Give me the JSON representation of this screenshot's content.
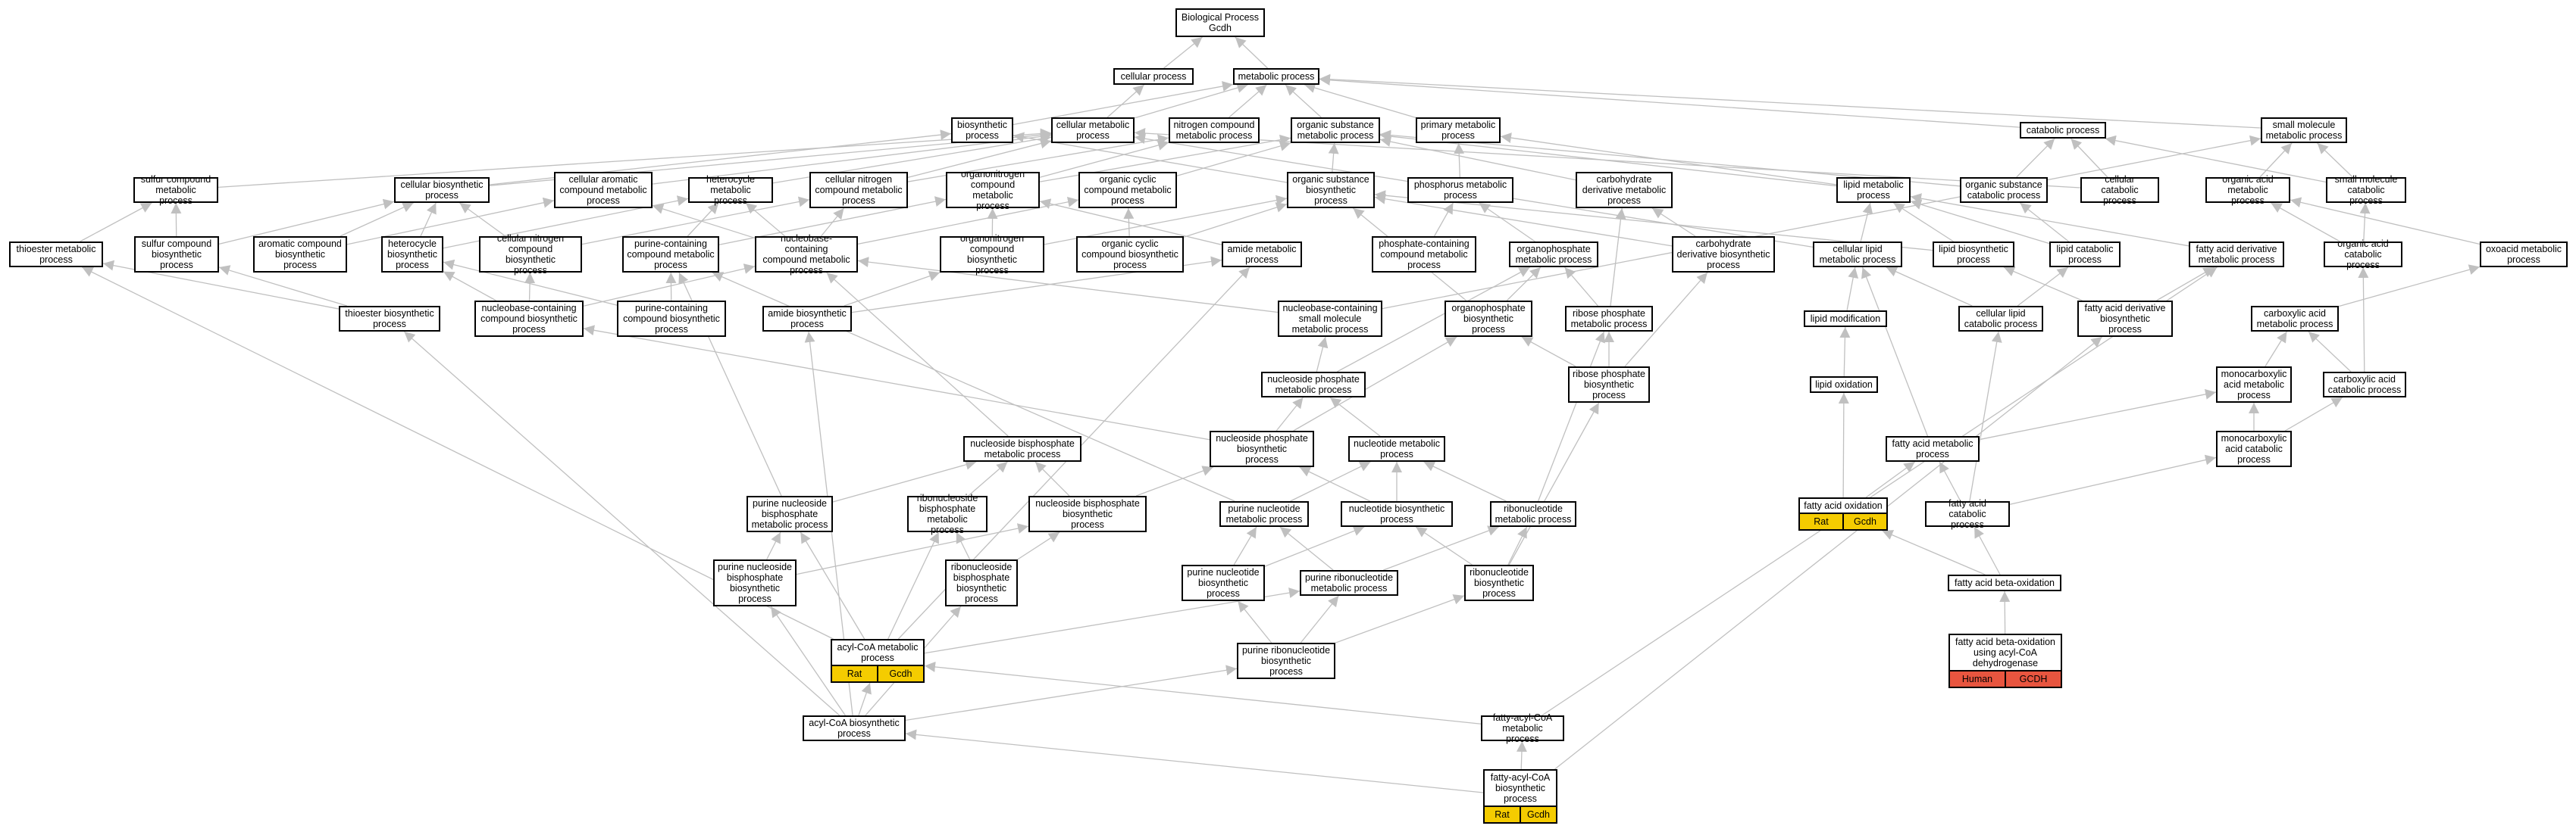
{
  "colors": {
    "edge": "#c0c0c0",
    "rat": "#f5cc00",
    "human": "#e8553f"
  },
  "nodes": [
    {
      "id": "bp",
      "label": "Biological Process\nGcdh"
    },
    {
      "id": "cp",
      "label": "cellular process"
    },
    {
      "id": "mp",
      "label": "metabolic process"
    },
    {
      "id": "bsp",
      "label": "biosynthetic\nprocess"
    },
    {
      "id": "cmp",
      "label": "cellular metabolic\nprocess"
    },
    {
      "id": "ncmp",
      "label": "nitrogen compound\nmetabolic process"
    },
    {
      "id": "osmp",
      "label": "organic substance\nmetabolic process"
    },
    {
      "id": "pmp",
      "label": "primary metabolic\nprocess"
    },
    {
      "id": "catp",
      "label": "catabolic process"
    },
    {
      "id": "smmp",
      "label": "small molecule\nmetabolic process"
    },
    {
      "id": "scmp",
      "label": "sulfur compound\nmetabolic process"
    },
    {
      "id": "cbp",
      "label": "cellular biosynthetic\nprocess"
    },
    {
      "id": "cacmp",
      "label": "cellular aromatic\ncompound metabolic\nprocess"
    },
    {
      "id": "hmp",
      "label": "heterocycle\nmetabolic process"
    },
    {
      "id": "cncmp",
      "label": "cellular nitrogen\ncompound metabolic\nprocess"
    },
    {
      "id": "oncmp",
      "label": "organonitrogen\ncompound metabolic\nprocess"
    },
    {
      "id": "occmp",
      "label": "organic cyclic\ncompound metabolic\nprocess"
    },
    {
      "id": "osbp",
      "label": "organic substance\nbiosynthetic\nprocess"
    },
    {
      "id": "phmp",
      "label": "phosphorus metabolic\nprocess"
    },
    {
      "id": "chdmp",
      "label": "carbohydrate\nderivative metabolic\nprocess"
    },
    {
      "id": "lmp",
      "label": "lipid metabolic\nprocess"
    },
    {
      "id": "oscp",
      "label": "organic substance\ncatabolic process"
    },
    {
      "id": "ccp",
      "label": "cellular catabolic\nprocess"
    },
    {
      "id": "oamp",
      "label": "organic acid\nmetabolic process"
    },
    {
      "id": "smcp",
      "label": "small molecule\ncatabolic process"
    },
    {
      "id": "tmp",
      "label": "thioester metabolic\nprocess"
    },
    {
      "id": "scbp",
      "label": "sulfur compound\nbiosynthetic\nprocess"
    },
    {
      "id": "acbp",
      "label": "aromatic compound\nbiosynthetic\nprocess"
    },
    {
      "id": "hbp",
      "label": "heterocycle\nbiosynthetic\nprocess"
    },
    {
      "id": "cncbp",
      "label": "cellular nitrogen\ncompound biosynthetic\nprocess"
    },
    {
      "id": "pcmp",
      "label": "purine-containing\ncompound metabolic\nprocess"
    },
    {
      "id": "nbcmp",
      "label": "nucleobase-containing\ncompound metabolic\nprocess"
    },
    {
      "id": "oncbp",
      "label": "organonitrogen\ncompound biosynthetic\nprocess"
    },
    {
      "id": "occbp",
      "label": "organic cyclic\ncompound biosynthetic\nprocess"
    },
    {
      "id": "amp",
      "label": "amide metabolic\nprocess"
    },
    {
      "id": "pccmp",
      "label": "phosphate-containing\ncompound metabolic\nprocess"
    },
    {
      "id": "opmp",
      "label": "organophosphate\nmetabolic process"
    },
    {
      "id": "chdbp",
      "label": "carbohydrate\nderivative biosynthetic\nprocess"
    },
    {
      "id": "clmp",
      "label": "cellular lipid\nmetabolic process"
    },
    {
      "id": "lbp",
      "label": "lipid biosynthetic\nprocess"
    },
    {
      "id": "lcp",
      "label": "lipid catabolic\nprocess"
    },
    {
      "id": "fadmp",
      "label": "fatty acid derivative\nmetabolic process"
    },
    {
      "id": "oacp",
      "label": "organic acid\ncatabolic process"
    },
    {
      "id": "ooamp",
      "label": "oxoacid metabolic\nprocess"
    },
    {
      "id": "tbp",
      "label": "thioester biosynthetic\nprocess"
    },
    {
      "id": "nbcbp",
      "label": "nucleobase-containing\ncompound biosynthetic\nprocess"
    },
    {
      "id": "pcbp",
      "label": "purine-containing\ncompound biosynthetic\nprocess"
    },
    {
      "id": "abp",
      "label": "amide biosynthetic\nprocess"
    },
    {
      "id": "nbsmmp",
      "label": "nucleobase-containing\nsmall molecule\nmetabolic process"
    },
    {
      "id": "opbp",
      "label": "organophosphate\nbiosynthetic\nprocess"
    },
    {
      "id": "rpmp",
      "label": "ribose phosphate\nmetabolic process"
    },
    {
      "id": "lmod",
      "label": "lipid modification"
    },
    {
      "id": "clcp",
      "label": "cellular lipid\ncatabolic process"
    },
    {
      "id": "fadbp",
      "label": "fatty acid derivative\nbiosynthetic\nprocess"
    },
    {
      "id": "cxamp",
      "label": "carboxylic acid\nmetabolic process"
    },
    {
      "id": "nspmp",
      "label": "nucleoside phosphate\nmetabolic process"
    },
    {
      "id": "rpbp",
      "label": "ribose phosphate\nbiosynthetic\nprocess"
    },
    {
      "id": "lox",
      "label": "lipid oxidation"
    },
    {
      "id": "mcamp",
      "label": "monocarboxylic\nacid metabolic\nprocess"
    },
    {
      "id": "cxacp",
      "label": "carboxylic acid\ncatabolic process"
    },
    {
      "id": "nbpmp",
      "label": "nucleoside bisphosphate\nmetabolic process"
    },
    {
      "id": "nspbp",
      "label": "nucleoside phosphate\nbiosynthetic\nprocess"
    },
    {
      "id": "ntmp",
      "label": "nucleotide metabolic\nprocess"
    },
    {
      "id": "famp",
      "label": "fatty acid metabolic\nprocess"
    },
    {
      "id": "mcacp",
      "label": "monocarboxylic\nacid catabolic\nprocess"
    },
    {
      "id": "pnbpmp",
      "label": "purine nucleoside\nbisphosphate\nmetabolic process"
    },
    {
      "id": "rnbpmp",
      "label": "ribonucleoside\nbisphosphate\nmetabolic process"
    },
    {
      "id": "nbpbp",
      "label": "nucleoside bisphosphate\nbiosynthetic\nprocess"
    },
    {
      "id": "pnmp",
      "label": "purine nucleotide\nmetabolic process"
    },
    {
      "id": "ntbp",
      "label": "nucleotide biosynthetic\nprocess"
    },
    {
      "id": "rnmp",
      "label": "ribonucleotide\nmetabolic process"
    },
    {
      "id": "fao",
      "label": "fatty acid oxidation",
      "tags": [
        {
          "text": "Rat",
          "kind": "rat"
        },
        {
          "text": "Gcdh",
          "kind": "rat"
        }
      ]
    },
    {
      "id": "facp",
      "label": "fatty acid catabolic\nprocess"
    },
    {
      "id": "pnbpbp",
      "label": "purine nucleoside\nbisphosphate\nbiosynthetic\nprocess"
    },
    {
      "id": "rnbpbp",
      "label": "ribonucleoside\nbisphosphate\nbiosynthetic\nprocess"
    },
    {
      "id": "pnbp",
      "label": "purine nucleotide\nbiosynthetic\nprocess"
    },
    {
      "id": "prnmp",
      "label": "purine ribonucleotide\nmetabolic process"
    },
    {
      "id": "rnbp",
      "label": "ribonucleotide\nbiosynthetic\nprocess"
    },
    {
      "id": "fabo",
      "label": "fatty acid beta-oxidation"
    },
    {
      "id": "acoamp",
      "label": "acyl-CoA metabolic\nprocess",
      "tags": [
        {
          "text": "Rat",
          "kind": "rat"
        },
        {
          "text": "Gcdh",
          "kind": "rat"
        }
      ]
    },
    {
      "id": "prnbp",
      "label": "purine ribonucleotide\nbiosynthetic\nprocess"
    },
    {
      "id": "faboacd",
      "label": "fatty acid beta-oxidation\nusing acyl-CoA\ndehydrogenase",
      "tags": [
        {
          "text": "Human",
          "kind": "human"
        },
        {
          "text": "GCDH",
          "kind": "human"
        }
      ]
    },
    {
      "id": "acoabp",
      "label": "acyl-CoA biosynthetic\nprocess"
    },
    {
      "id": "facoamp",
      "label": "fatty-acyl-CoA\nmetabolic process"
    },
    {
      "id": "facoabp",
      "label": "fatty-acyl-CoA\nbiosynthetic\nprocess",
      "tags": [
        {
          "text": "Rat",
          "kind": "rat"
        },
        {
          "text": "Gcdh",
          "kind": "rat"
        }
      ]
    }
  ],
  "edges": [
    [
      "cp",
      "bp"
    ],
    [
      "mp",
      "bp"
    ],
    [
      "bsp",
      "mp"
    ],
    [
      "cmp",
      "cp"
    ],
    [
      "cmp",
      "mp"
    ],
    [
      "ncmp",
      "mp"
    ],
    [
      "osmp",
      "mp"
    ],
    [
      "pmp",
      "mp"
    ],
    [
      "catp",
      "mp"
    ],
    [
      "smmp",
      "mp"
    ],
    [
      "scmp",
      "cmp"
    ],
    [
      "cbp",
      "bsp"
    ],
    [
      "cbp",
      "cmp"
    ],
    [
      "cacmp",
      "cmp"
    ],
    [
      "hmp",
      "cmp"
    ],
    [
      "cncmp",
      "cmp"
    ],
    [
      "cncmp",
      "ncmp"
    ],
    [
      "oncmp",
      "ncmp"
    ],
    [
      "oncmp",
      "osmp"
    ],
    [
      "occmp",
      "osmp"
    ],
    [
      "osbp",
      "osmp"
    ],
    [
      "osbp",
      "bsp"
    ],
    [
      "phmp",
      "pmp"
    ],
    [
      "chdmp",
      "osmp"
    ],
    [
      "lmp",
      "pmp"
    ],
    [
      "lmp",
      "osmp"
    ],
    [
      "oscp",
      "osmp"
    ],
    [
      "oscp",
      "catp"
    ],
    [
      "ccp",
      "catp"
    ],
    [
      "ccp",
      "cmp"
    ],
    [
      "oamp",
      "smmp"
    ],
    [
      "smcp",
      "smmp"
    ],
    [
      "smcp",
      "catp"
    ],
    [
      "tmp",
      "scmp"
    ],
    [
      "scbp",
      "scmp"
    ],
    [
      "scbp",
      "cbp"
    ],
    [
      "acbp",
      "cacmp"
    ],
    [
      "acbp",
      "cbp"
    ],
    [
      "hbp",
      "hmp"
    ],
    [
      "hbp",
      "cbp"
    ],
    [
      "cncbp",
      "cncmp"
    ],
    [
      "cncbp",
      "cbp"
    ],
    [
      "pcmp",
      "hmp"
    ],
    [
      "pcmp",
      "oncmp"
    ],
    [
      "nbcmp",
      "cacmp"
    ],
    [
      "nbcmp",
      "hmp"
    ],
    [
      "nbcmp",
      "cncmp"
    ],
    [
      "nbcmp",
      "occmp"
    ],
    [
      "oncbp",
      "oncmp"
    ],
    [
      "oncbp",
      "osbp"
    ],
    [
      "occbp",
      "occmp"
    ],
    [
      "occbp",
      "osbp"
    ],
    [
      "amp",
      "oncmp"
    ],
    [
      "pccmp",
      "phmp"
    ],
    [
      "opmp",
      "phmp"
    ],
    [
      "chdbp",
      "chdmp"
    ],
    [
      "chdbp",
      "osbp"
    ],
    [
      "clmp",
      "lmp"
    ],
    [
      "clmp",
      "cmp"
    ],
    [
      "lbp",
      "lmp"
    ],
    [
      "lbp",
      "osbp"
    ],
    [
      "lcp",
      "lmp"
    ],
    [
      "lcp",
      "oscp"
    ],
    [
      "fadmp",
      "lmp"
    ],
    [
      "oacp",
      "oamp"
    ],
    [
      "oacp",
      "smcp"
    ],
    [
      "ooamp",
      "oamp"
    ],
    [
      "tbp",
      "tmp"
    ],
    [
      "tbp",
      "scbp"
    ],
    [
      "nbcbp",
      "nbcmp"
    ],
    [
      "nbcbp",
      "cncbp"
    ],
    [
      "nbcbp",
      "hbp"
    ],
    [
      "pcbp",
      "pcmp"
    ],
    [
      "pcbp",
      "hbp"
    ],
    [
      "abp",
      "amp"
    ],
    [
      "abp",
      "oncbp"
    ],
    [
      "nbsmmp",
      "nbcmp"
    ],
    [
      "nbsmmp",
      "smmp"
    ],
    [
      "opbp",
      "opmp"
    ],
    [
      "opbp",
      "osbp"
    ],
    [
      "rpmp",
      "opmp"
    ],
    [
      "rpmp",
      "chdmp"
    ],
    [
      "lmod",
      "clmp"
    ],
    [
      "clcp",
      "clmp"
    ],
    [
      "clcp",
      "lcp"
    ],
    [
      "fadbp",
      "fadmp"
    ],
    [
      "fadbp",
      "lbp"
    ],
    [
      "cxamp",
      "ooamp"
    ],
    [
      "nspmp",
      "nbsmmp"
    ],
    [
      "nspmp",
      "opmp"
    ],
    [
      "rpbp",
      "rpmp"
    ],
    [
      "rpbp",
      "chdbp"
    ],
    [
      "rpbp",
      "opbp"
    ],
    [
      "lox",
      "lmod"
    ],
    [
      "mcamp",
      "cxamp"
    ],
    [
      "cxacp",
      "cxamp"
    ],
    [
      "cxacp",
      "oacp"
    ],
    [
      "nbpmp",
      "nbcmp"
    ],
    [
      "nspbp",
      "nspmp"
    ],
    [
      "nspbp",
      "nbcbp"
    ],
    [
      "nspbp",
      "opbp"
    ],
    [
      "ntmp",
      "nspmp"
    ],
    [
      "famp",
      "mcamp"
    ],
    [
      "famp",
      "clmp"
    ],
    [
      "mcacp",
      "mcamp"
    ],
    [
      "mcacp",
      "cxacp"
    ],
    [
      "pnbpmp",
      "nbpmp"
    ],
    [
      "pnbpmp",
      "pcmp"
    ],
    [
      "rnbpmp",
      "nbpmp"
    ],
    [
      "nbpbp",
      "nbpmp"
    ],
    [
      "nbpbp",
      "nspbp"
    ],
    [
      "pnmp",
      "ntmp"
    ],
    [
      "pnmp",
      "pcmp"
    ],
    [
      "ntbp",
      "ntmp"
    ],
    [
      "ntbp",
      "nspbp"
    ],
    [
      "rnmp",
      "ntmp"
    ],
    [
      "rnmp",
      "rpmp"
    ],
    [
      "fao",
      "famp"
    ],
    [
      "fao",
      "lox"
    ],
    [
      "facp",
      "famp"
    ],
    [
      "facp",
      "clcp"
    ],
    [
      "facp",
      "mcacp"
    ],
    [
      "pnbpbp",
      "pnbpmp"
    ],
    [
      "pnbpbp",
      "nbpbp"
    ],
    [
      "rnbpbp",
      "rnbpmp"
    ],
    [
      "rnbpbp",
      "nbpbp"
    ],
    [
      "pnbp",
      "pnmp"
    ],
    [
      "pnbp",
      "ntbp"
    ],
    [
      "prnmp",
      "pnmp"
    ],
    [
      "prnmp",
      "rnmp"
    ],
    [
      "rnbp",
      "ntbp"
    ],
    [
      "rnbp",
      "rnmp"
    ],
    [
      "rnbp",
      "rpbp"
    ],
    [
      "fabo",
      "fao"
    ],
    [
      "fabo",
      "facp"
    ],
    [
      "acoamp",
      "tmp"
    ],
    [
      "acoamp",
      "amp"
    ],
    [
      "acoamp",
      "pnbpmp"
    ],
    [
      "acoamp",
      "rnbpmp"
    ],
    [
      "acoamp",
      "prnmp"
    ],
    [
      "prnbp",
      "pnbp"
    ],
    [
      "prnbp",
      "prnmp"
    ],
    [
      "prnbp",
      "rnbp"
    ],
    [
      "faboacd",
      "fabo"
    ],
    [
      "acoabp",
      "acoamp"
    ],
    [
      "acoabp",
      "tbp"
    ],
    [
      "acoabp",
      "abp"
    ],
    [
      "acoabp",
      "pnbpbp"
    ],
    [
      "acoabp",
      "rnbpbp"
    ],
    [
      "acoabp",
      "prnbp"
    ],
    [
      "facoamp",
      "acoamp"
    ],
    [
      "facoamp",
      "fadmp"
    ],
    [
      "facoabp",
      "facoamp"
    ],
    [
      "facoabp",
      "acoabp"
    ],
    [
      "facoabp",
      "fadbp"
    ]
  ]
}
